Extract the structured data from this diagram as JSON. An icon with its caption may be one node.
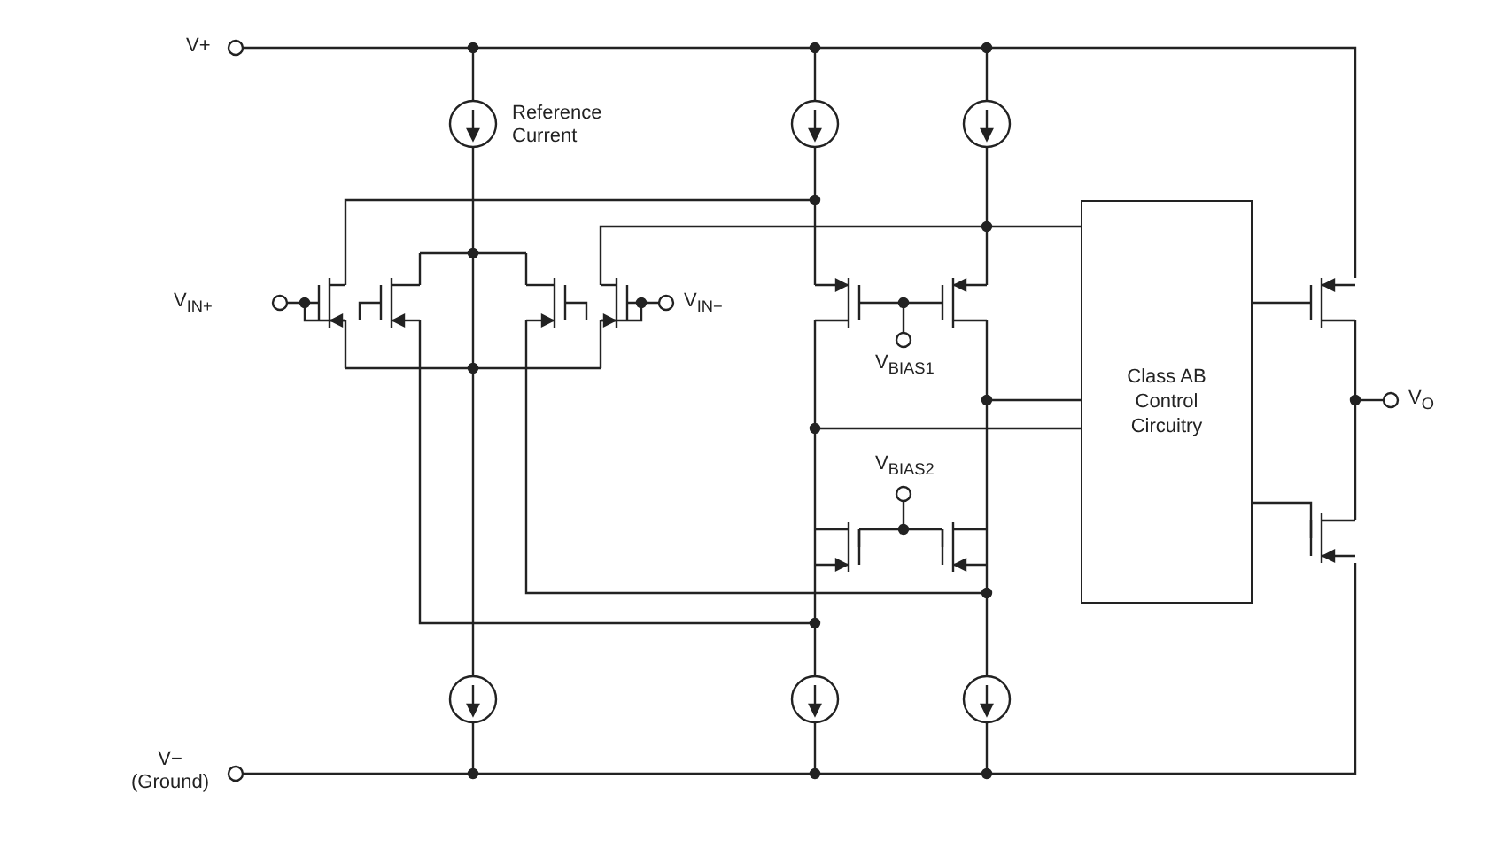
{
  "diagram": {
    "nodes": [
      {
        "text": [
          "Class AB Control Circuitry"
        ]
      }
    ],
    "labels": [
      "V+",
      "Reference Current",
      "V$_{IN+}$",
      "V$_{IN−}$",
      "V$_{BIAS1}$",
      "V$_{BIAS2}$",
      "V$_{O}$",
      "V− (Ground)"
    ]
  }
}
